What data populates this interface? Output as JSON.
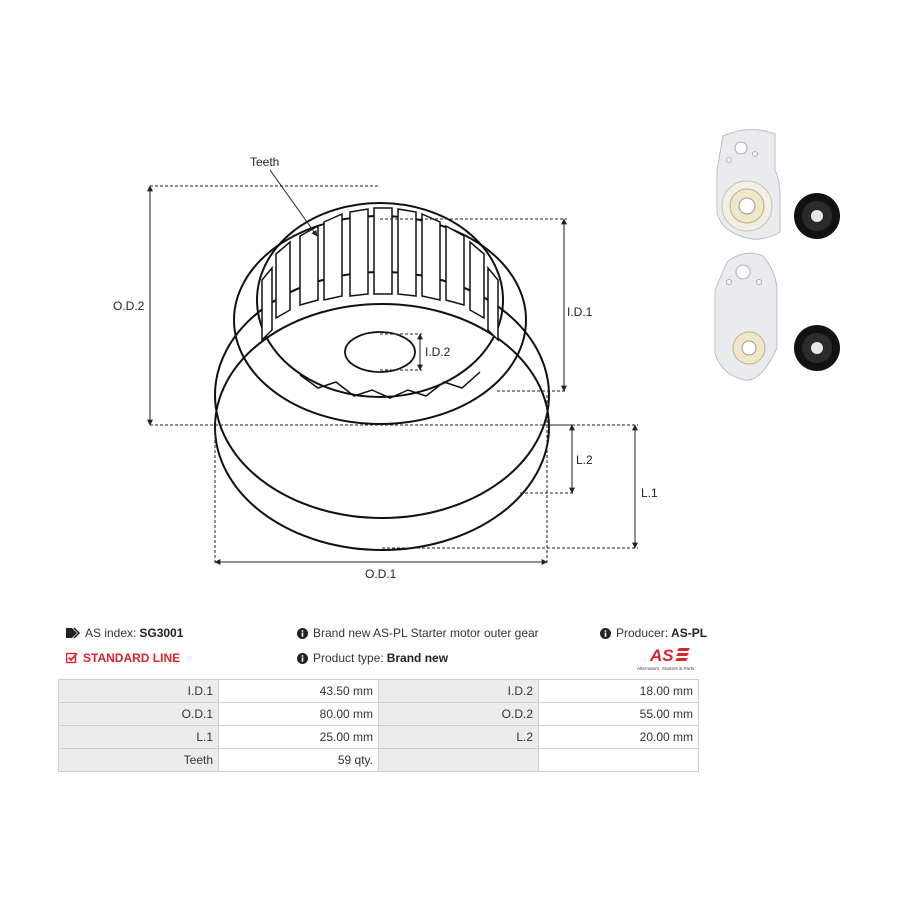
{
  "drawing": {
    "teeth_label": "Teeth",
    "od2_label": "O.D.2",
    "id1_label": "I.D.1",
    "id2_label": "I.D.2",
    "l2_label": "L.2",
    "l1_label": "L.1",
    "od1_label": "O.D.1"
  },
  "info": {
    "as_index_label": "AS index:",
    "as_index_value": "SG3001",
    "standard_line": "STANDARD LINE",
    "description": "Brand new AS-PL Starter motor outer gear",
    "product_type_label": "Product type:",
    "product_type_value": "Brand new",
    "producer_label": "Producer:",
    "producer_value": "AS-PL"
  },
  "logo": {
    "brand": "AS",
    "tagline": "Alternators, Starters & Parts",
    "color": "#d9232d"
  },
  "specs": {
    "rows": [
      {
        "l1": "I.D.1",
        "v1": "43.50 mm",
        "l2": "I.D.2",
        "v2": "18.00 mm"
      },
      {
        "l1": "O.D.1",
        "v1": "80.00 mm",
        "l2": "O.D.2",
        "v2": "55.00 mm"
      },
      {
        "l1": "L.1",
        "v1": "25.00 mm",
        "l2": "L.2",
        "v2": "20.00 mm"
      },
      {
        "l1": "Teeth",
        "v1": "59 qty.",
        "l2": "",
        "v2": ""
      }
    ]
  },
  "colors": {
    "accent_red": "#d9232d",
    "table_label_bg": "#ececec",
    "table_border": "#cfcfcf"
  }
}
